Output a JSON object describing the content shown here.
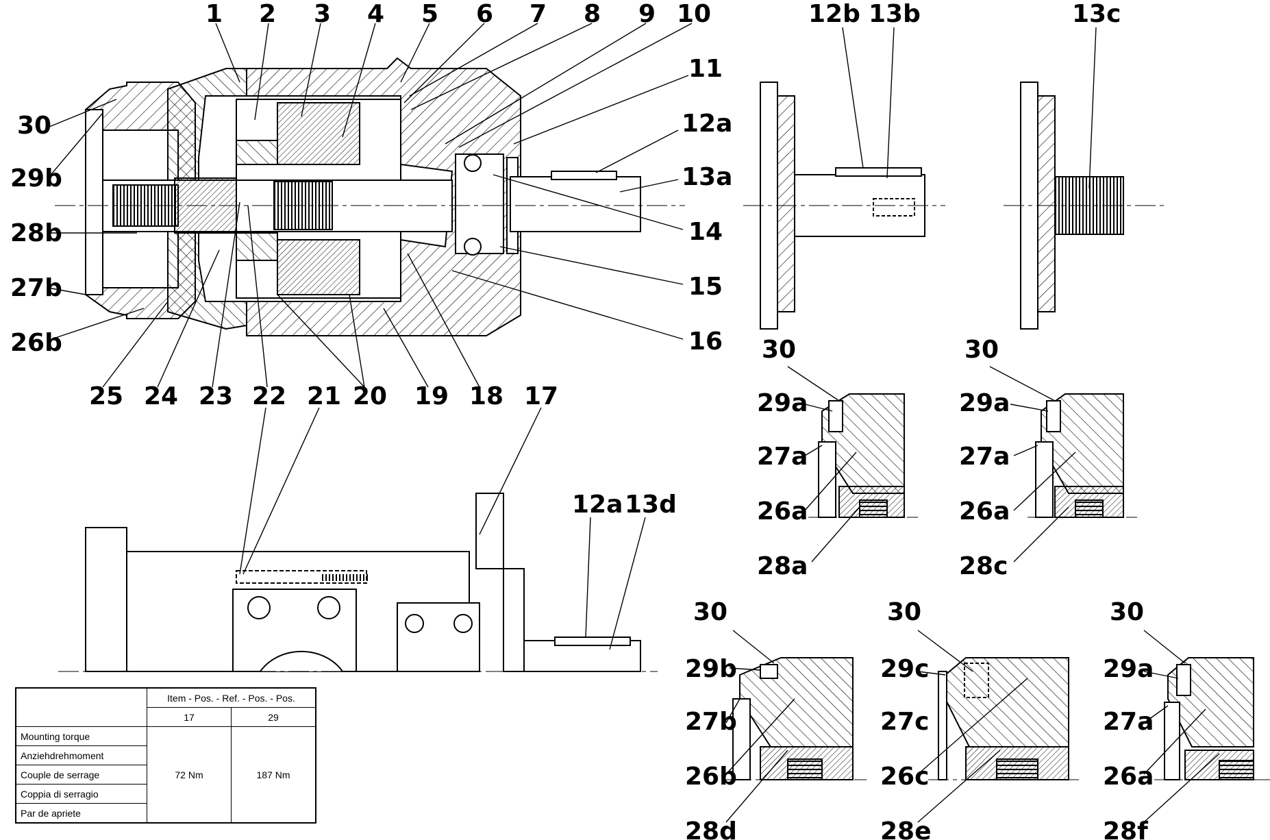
{
  "callouts": {
    "main": [
      "1",
      "2",
      "3",
      "4",
      "5",
      "6",
      "7",
      "8",
      "9",
      "10",
      "11",
      "12a",
      "13a",
      "14",
      "15",
      "16",
      "30",
      "29b",
      "28b",
      "27b",
      "26b",
      "25",
      "24",
      "23",
      "22",
      "21",
      "20",
      "19",
      "18",
      "17"
    ],
    "shaft_b": [
      "12b",
      "13b"
    ],
    "shaft_c": [
      "13c"
    ],
    "side_view": [
      "12a",
      "13d"
    ],
    "detail_a": [
      "30",
      "29a",
      "27a",
      "26a",
      "28a"
    ],
    "detail_c": [
      "30",
      "29a",
      "27a",
      "26a",
      "28c"
    ],
    "detail_d": [
      "30",
      "29b",
      "27b",
      "26b",
      "28d"
    ],
    "detail_e": [
      "30",
      "29c",
      "27c",
      "26c",
      "28e"
    ],
    "detail_f": [
      "30",
      "29a",
      "27a",
      "26a",
      "28f"
    ]
  },
  "table": {
    "header": "Item - Pos. - Ref. - Pos. - Pos.",
    "col1": "17",
    "col2": "29",
    "rows": [
      "Mounting torque",
      "Anziehdrehmoment",
      "Couple de serrage",
      "Coppia di serragio",
      "Par de apriete"
    ],
    "val1": "72 Nm",
    "val2": "187 Nm"
  }
}
